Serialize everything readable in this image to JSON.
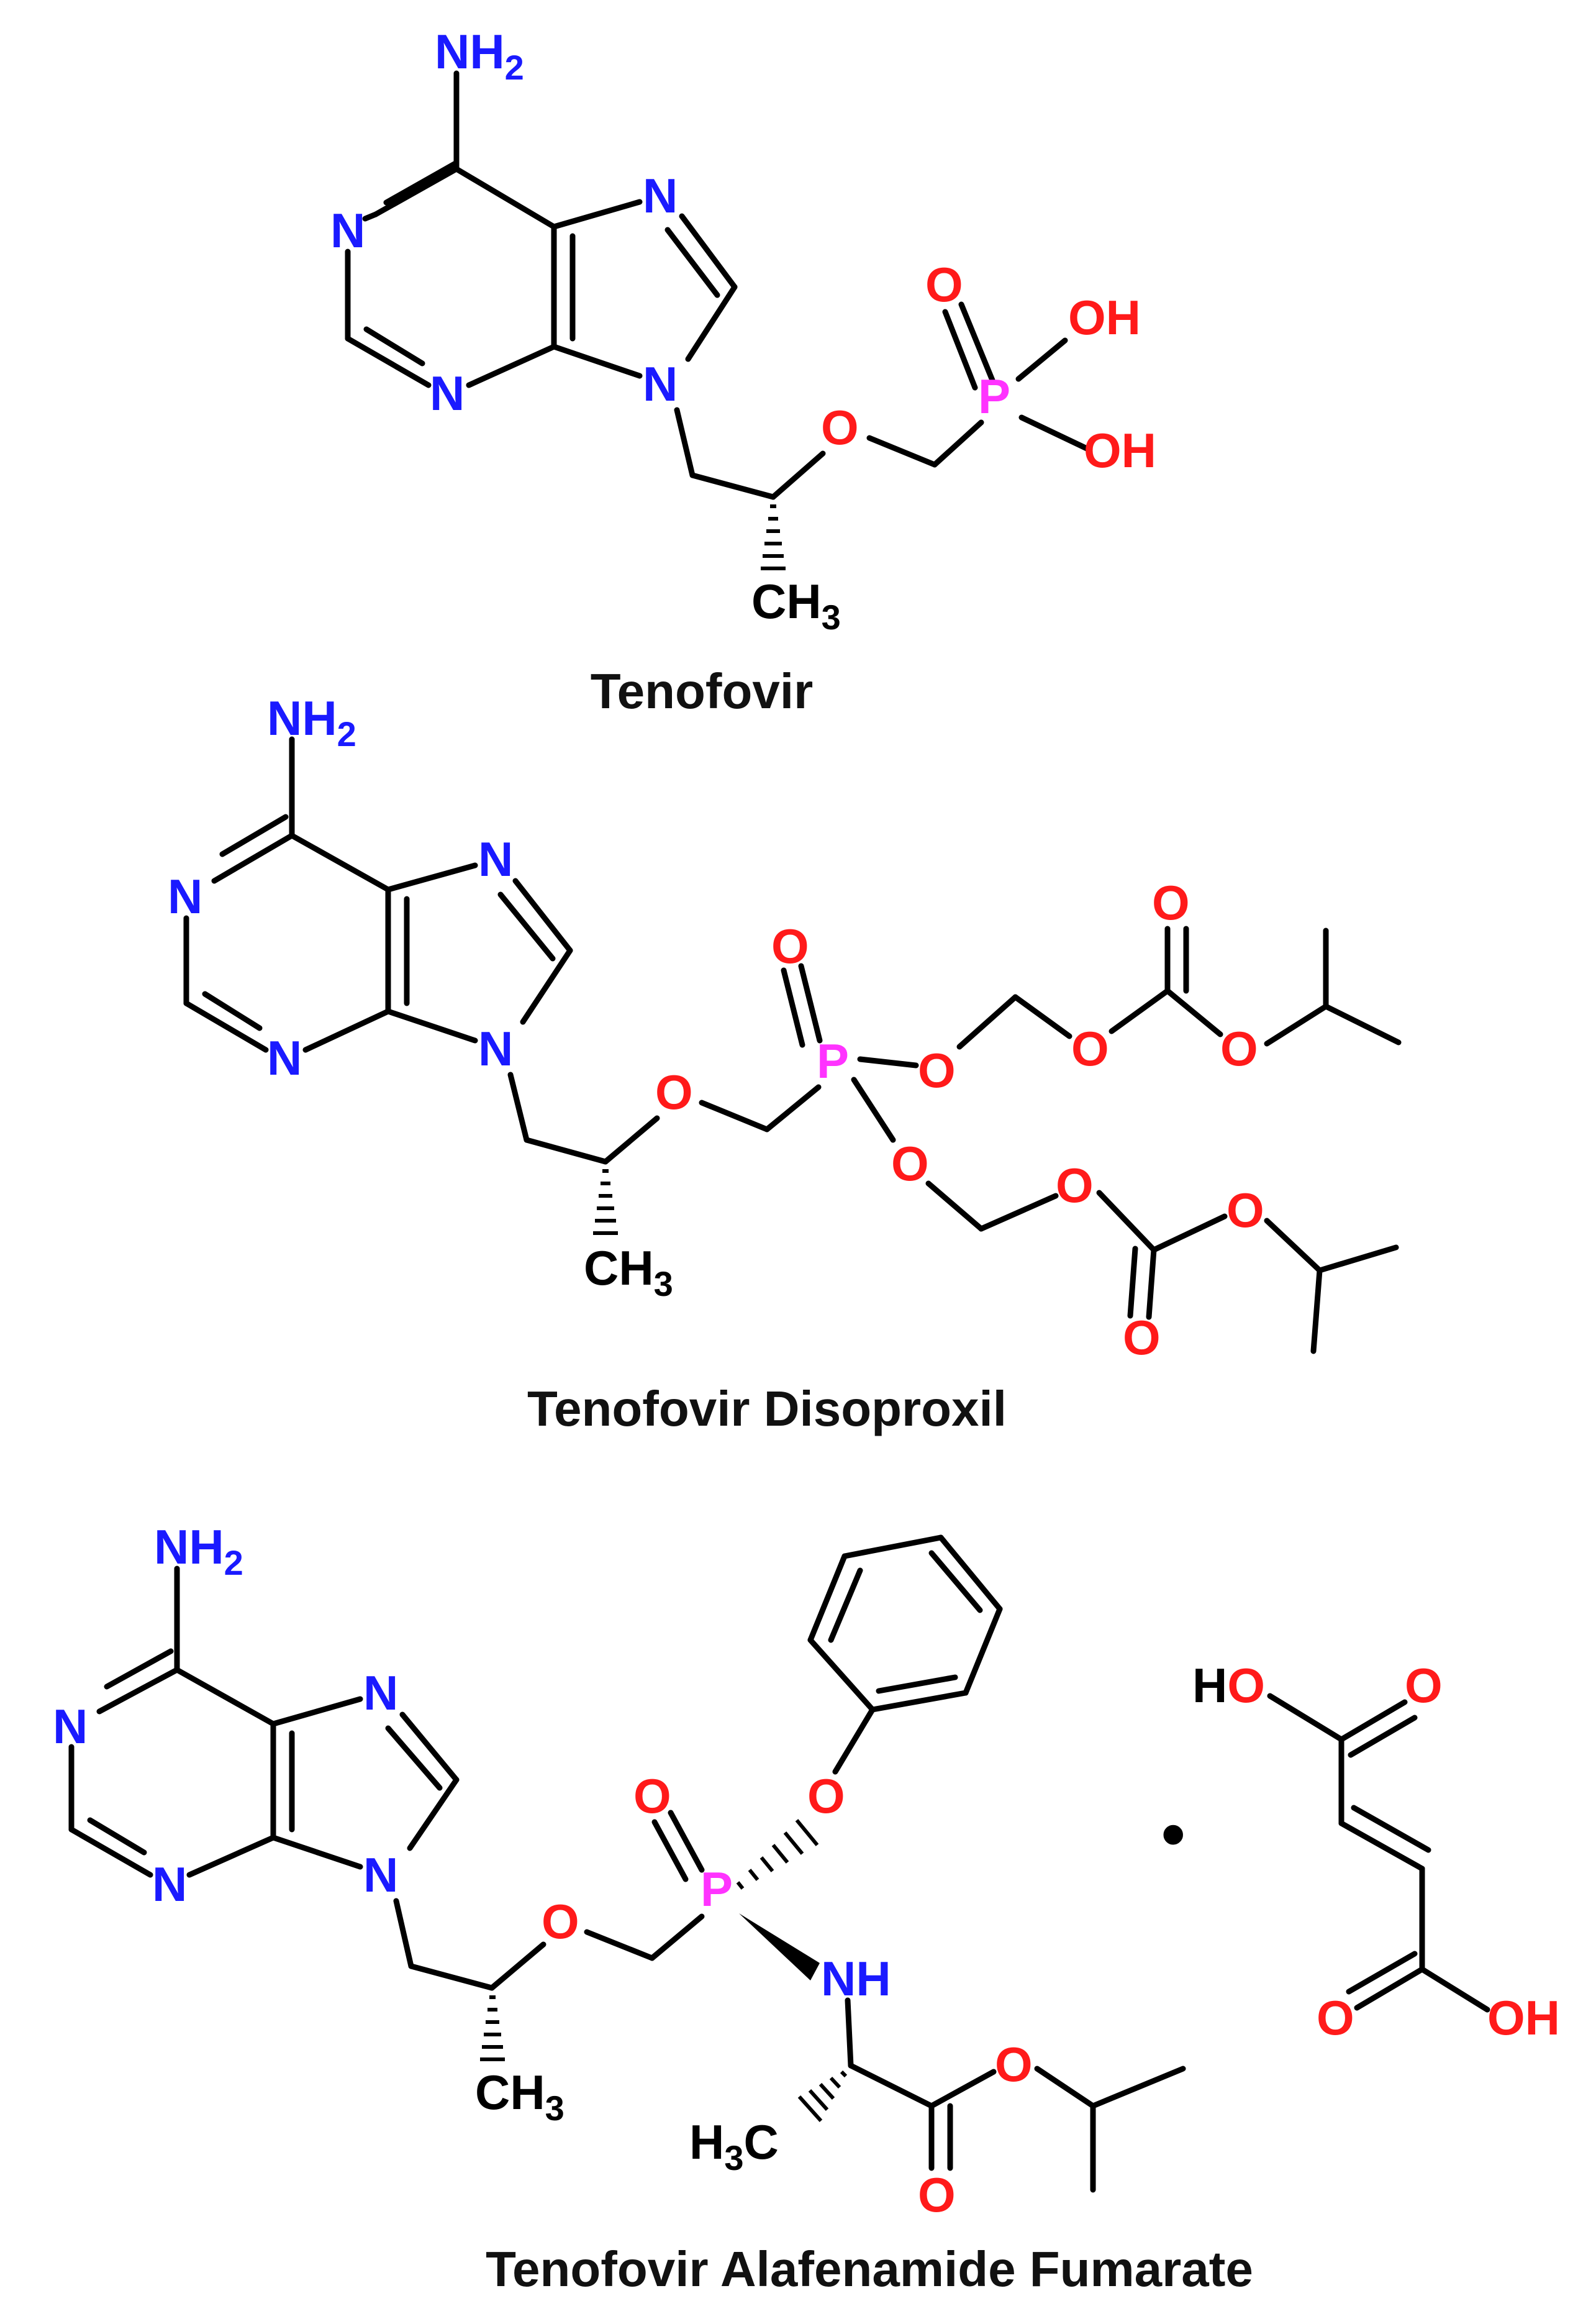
{
  "colors": {
    "bond": "#000000",
    "carbon_label": "#000000",
    "nitrogen": "#1a1aff",
    "oxygen": "#ff1a1a",
    "phosphorus": "#ff33ff",
    "caption": "#111111"
  },
  "molecules": [
    {
      "name": "Tenofovir",
      "labels": {
        "nh2": "NH2",
        "n1": "N",
        "n3": "N",
        "n7": "N",
        "n9": "N",
        "ether_o": "O",
        "p": "P",
        "po_double": "O",
        "oh_a": "OH",
        "oh_b": "OH",
        "ch3": "CH3"
      }
    },
    {
      "name": "Tenofovir Disoproxil",
      "labels": {
        "nh2": "NH2",
        "n1": "N",
        "n3": "N",
        "n7": "N",
        "n9": "N",
        "ether_o": "O",
        "p": "P",
        "po_double": "O",
        "po_a": "O",
        "po_b": "O",
        "carb_a_o1": "O",
        "carb_a_o2": "O",
        "carb_a_co": "O",
        "carb_b_o1": "O",
        "carb_b_o2": "O",
        "carb_b_co": "O",
        "ch3": "CH3"
      }
    },
    {
      "name": "Tenofovir Alafenamide Fumarate",
      "labels": {
        "nh2": "NH2",
        "n1": "N",
        "n3": "N",
        "n7": "N",
        "n9": "N",
        "ether_o": "O",
        "p": "P",
        "po_double": "O",
        "phenoxy_o": "O",
        "nh": "NH",
        "ester_o": "O",
        "ester_co": "O",
        "ch3": "CH3",
        "h3c": "H3C",
        "salt_dot": "•",
        "fum_ho": "HO",
        "fum_co_top": "O",
        "fum_co_bottom": "O",
        "fum_oh": "OH"
      }
    }
  ]
}
